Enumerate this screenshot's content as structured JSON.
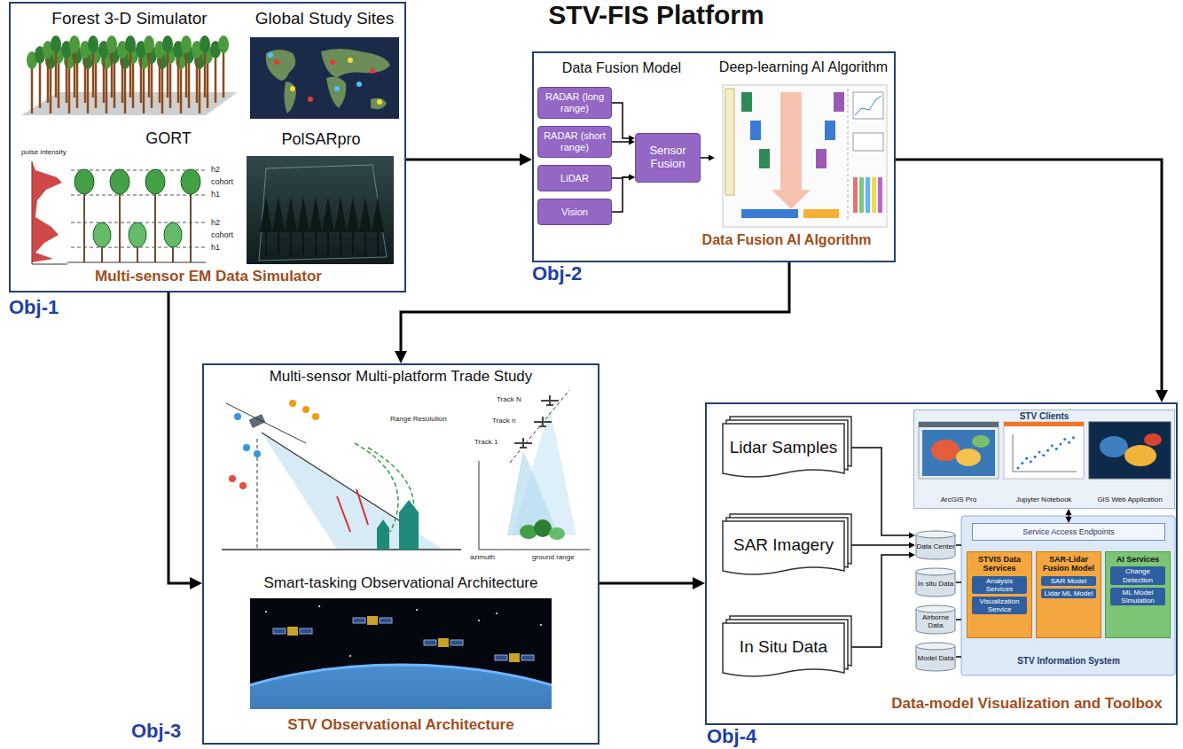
{
  "diagram": {
    "title": "STV-FIS Platform",
    "nodes": [
      {
        "text": [
          "Forest 3-D Simulator",
          "Global Study Sites",
          "GORT",
          "PolSARpro",
          "Multi-sensor EM Data Simulator",
          "Obj-1"
        ]
      },
      {
        "text": [
          "Data Fusion Model",
          "Data Fusion AI Algorithm",
          "Obj-2"
        ]
      },
      {
        "text": [
          "RADAR (long range)"
        ],
        "in": 1
      },
      {
        "text": [
          "RADAR (short range)"
        ],
        "in": 1
      },
      {
        "text": [
          "LiDAR"
        ],
        "in": 1
      },
      {
        "text": [
          "Vision"
        ],
        "in": 1
      },
      {
        "text": [
          "Sensor Fusion"
        ],
        "in": 1
      },
      {
        "text": [
          "Deep-learning AI Algorithm"
        ],
        "in": 1
      },
      {
        "text": [
          "Multi-sensor Multi-platform Trade Study",
          "Smart-tasking Observational Architecture",
          "STV Observational Architecture",
          "Obj-3"
        ]
      },
      {
        "text": [
          "Data-model Visualization and Toolbox",
          "Obj-4"
        ]
      },
      {
        "text": [
          "Lidar Samples"
        ],
        "in": 9
      },
      {
        "text": [
          "SAR Imagery"
        ],
        "in": 9
      },
      {
        "text": [
          "In Situ Data"
        ],
        "in": 9
      },
      {
        "text": [
          "STV Clients"
        ],
        "in": 9
      },
      {
        "text": [
          "ArcGIS Pro"
        ],
        "in": 13
      },
      {
        "text": [
          "Jupyter Notebook"
        ],
        "in": 13
      },
      {
        "text": [
          "GIS Web Application"
        ],
        "in": 13
      },
      {
        "text": [
          "Data Center"
        ],
        "in": 9
      },
      {
        "text": [
          "In situ Data"
        ],
        "in": 9
      },
      {
        "text": [
          "Airborne Data"
        ],
        "in": 9
      },
      {
        "text": [
          "Model Data"
        ],
        "in": 9
      },
      {
        "text": [
          "STV Information System"
        ],
        "in": 9
      },
      {
        "text": [
          "Service Access Endpoints"
        ],
        "in": 21
      },
      {
        "text": [
          "STVIS Data Services",
          "Analysis Services",
          "Visualization Service"
        ],
        "in": 21
      },
      {
        "text": [
          "SAR-Lidar Fusion Model",
          "SAR Model",
          "Lidar ML Model"
        ],
        "in": 21
      },
      {
        "text": [
          "AI Services",
          "Change Detection",
          "ML Model Simulation"
        ],
        "in": 21
      }
    ],
    "edges": [
      {
        "from": 0,
        "to": 1,
        "arrow": "to"
      },
      {
        "from": 0,
        "to": 8,
        "arrow": "to"
      },
      {
        "from": 1,
        "to": 8,
        "arrow": "to"
      },
      {
        "from": 1,
        "to": 9,
        "arrow": "to"
      },
      {
        "from": 8,
        "to": 9,
        "arrow": "to"
      },
      {
        "from": 2,
        "to": 6,
        "arrow": "to"
      },
      {
        "from": 3,
        "to": 6,
        "arrow": "to"
      },
      {
        "from": 4,
        "to": 6,
        "arrow": "to"
      },
      {
        "from": 5,
        "to": 6,
        "arrow": "to"
      },
      {
        "from": 6,
        "to": 7,
        "arrow": "to"
      },
      {
        "from": 10,
        "to": 17,
        "arrow": "to"
      },
      {
        "from": 11,
        "to": 17,
        "arrow": "to"
      },
      {
        "from": 12,
        "to": 17,
        "arrow": "to"
      },
      {
        "from": 13,
        "to": 22,
        "arrow": "both"
      },
      {
        "from": 17,
        "to": 21,
        "arrow": "none"
      },
      {
        "from": 18,
        "to": 21,
        "arrow": "none"
      },
      {
        "from": 19,
        "to": 21,
        "arrow": "none"
      },
      {
        "from": 20,
        "to": 21,
        "arrow": "none"
      }
    ],
    "labels": [
      "pulse intensity",
      "h2",
      "cohort",
      "h1",
      "h2",
      "cohort",
      "h1",
      "Range Resolution",
      "Track N",
      "Track n",
      "Track 1",
      "azimuth",
      "ground range"
    ]
  }
}
